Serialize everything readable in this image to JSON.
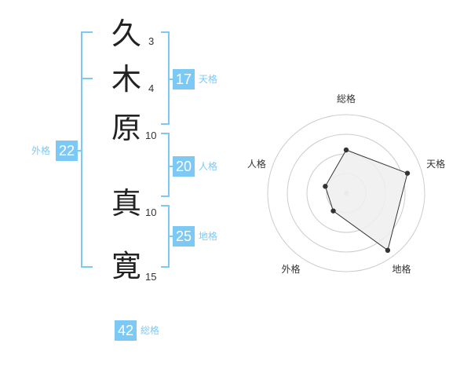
{
  "name_chars": [
    {
      "char": "久",
      "strokes": "3"
    },
    {
      "char": "木",
      "strokes": "4"
    },
    {
      "char": "原",
      "strokes": "10"
    },
    {
      "char": "真",
      "strokes": "10"
    },
    {
      "char": "寛",
      "strokes": "15"
    }
  ],
  "fortune": {
    "tenkaku": {
      "value": "17",
      "label": "天格"
    },
    "jinkaku": {
      "value": "20",
      "label": "人格"
    },
    "chikaku": {
      "value": "25",
      "label": "地格"
    },
    "gaikaku": {
      "value": "22",
      "label": "外格"
    },
    "soukaku": {
      "value": "42",
      "label": "総格"
    }
  },
  "bracket_color": "#7dc9f5",
  "chart_data": {
    "type": "radar",
    "axes": [
      "総格",
      "天格",
      "地格",
      "外格",
      "人格"
    ],
    "values": [
      0.55,
      0.82,
      0.9,
      0.28,
      0.28
    ],
    "rings": 4,
    "fill_color": "#eeeeee",
    "line_color": "#333333",
    "grid_color": "#cccccc"
  }
}
